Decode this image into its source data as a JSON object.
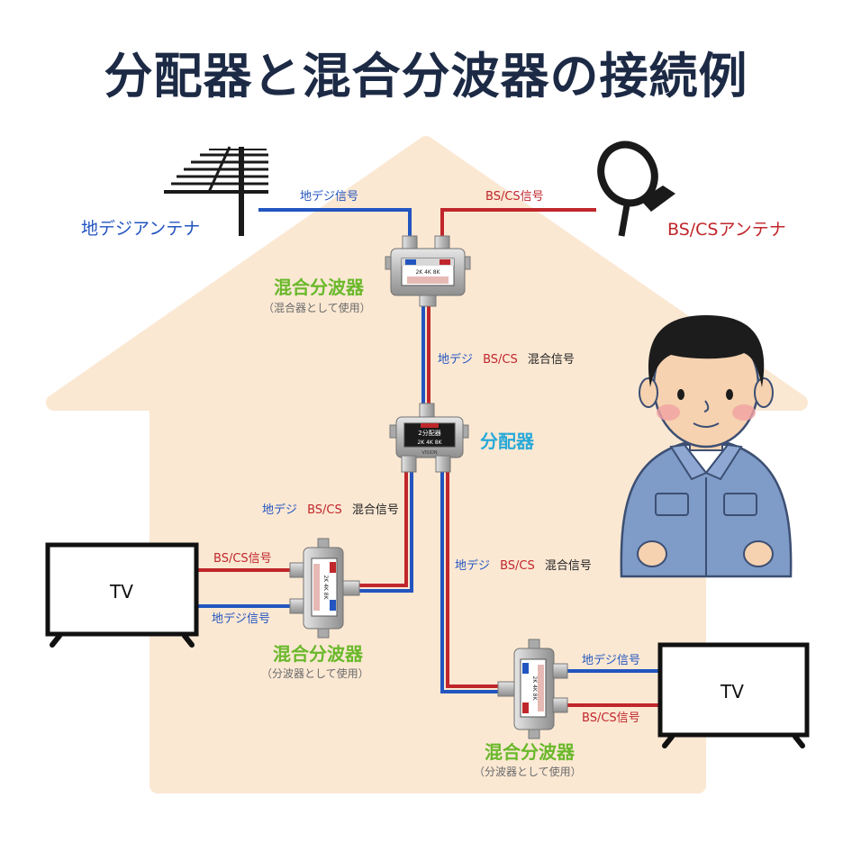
{
  "title": "分配器と混合分波器の接続例",
  "antennas": {
    "terrestrial": "地デジアンテナ",
    "bscs": "BS/CSアンテナ"
  },
  "signals": {
    "terrestrial": "地デジ信号",
    "bscs": "BS/CS信号",
    "mixed_part1": "地デジ",
    "mixed_part2": "BS/CS",
    "mixed_part3": "混合信号"
  },
  "devices": {
    "mixer_name": "混合分波器",
    "mixer_top_note": "（混合器として使用）",
    "mixer_bottom_note": "（分波器として使用）",
    "splitter_name": "分配器",
    "splitter_face_top": "2分配器",
    "splitter_face_bottom": "2K 4K 8K",
    "mixer_face": "2K 4K 8K",
    "splitter_brand": "VISION"
  },
  "tv_label": "TV",
  "colors": {
    "terrestrial_cable": "#2255c0",
    "bscs_cable": "#c0262b",
    "house": "#fbe8d3",
    "title": "#1c2a45",
    "device_label": "#6ab82b",
    "splitter_label": "#29a9d8"
  }
}
